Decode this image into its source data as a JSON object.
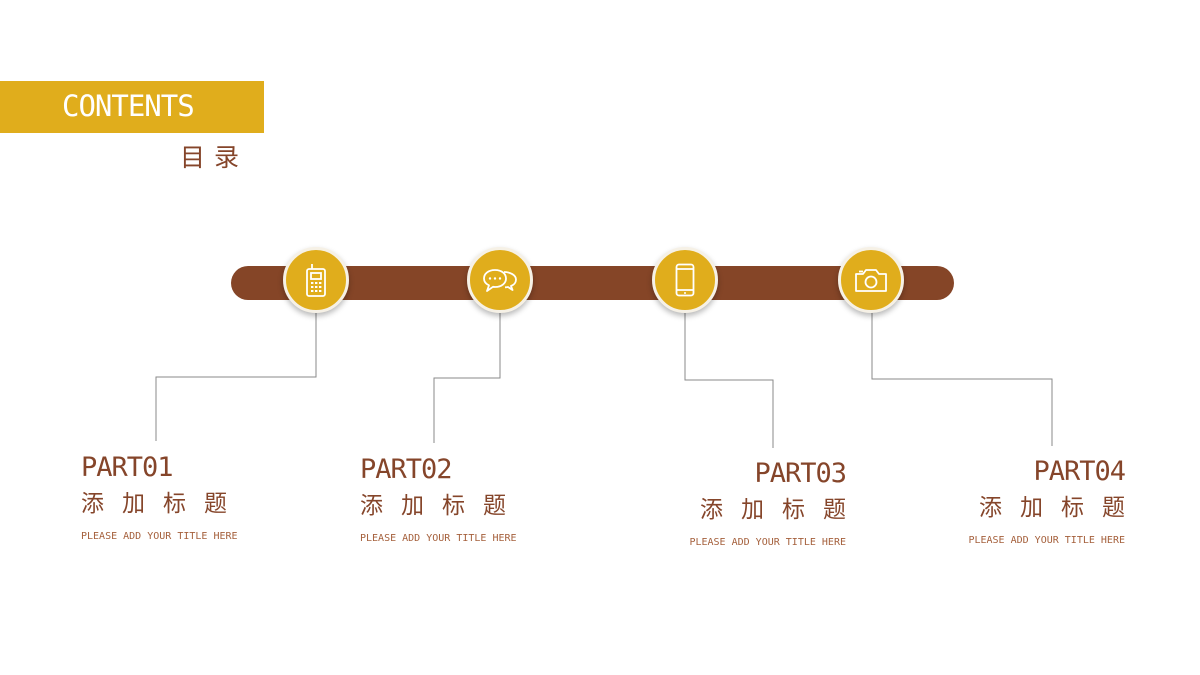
{
  "header": {
    "title": "CONTENTS",
    "subtitle": "目录"
  },
  "colors": {
    "accent": "#e0ad1c",
    "brown": "#854527",
    "line": "#8a8a8a"
  },
  "nodes": [
    {
      "icon": "mobile-phone-icon"
    },
    {
      "icon": "chat-bubbles-icon"
    },
    {
      "icon": "smartphone-icon"
    },
    {
      "icon": "camera-icon"
    }
  ],
  "parts": [
    {
      "label": "PART01",
      "title": "添加标题",
      "desc": "PLEASE ADD YOUR TITLE HERE"
    },
    {
      "label": "PART02",
      "title": "添加标题",
      "desc": "PLEASE ADD YOUR TITLE HERE"
    },
    {
      "label": "PART03",
      "title": "添加标题",
      "desc": "PLEASE ADD YOUR TITLE HERE"
    },
    {
      "label": "PART04",
      "title": "添加标题",
      "desc": "PLEASE ADD YOUR TITLE HERE"
    }
  ]
}
